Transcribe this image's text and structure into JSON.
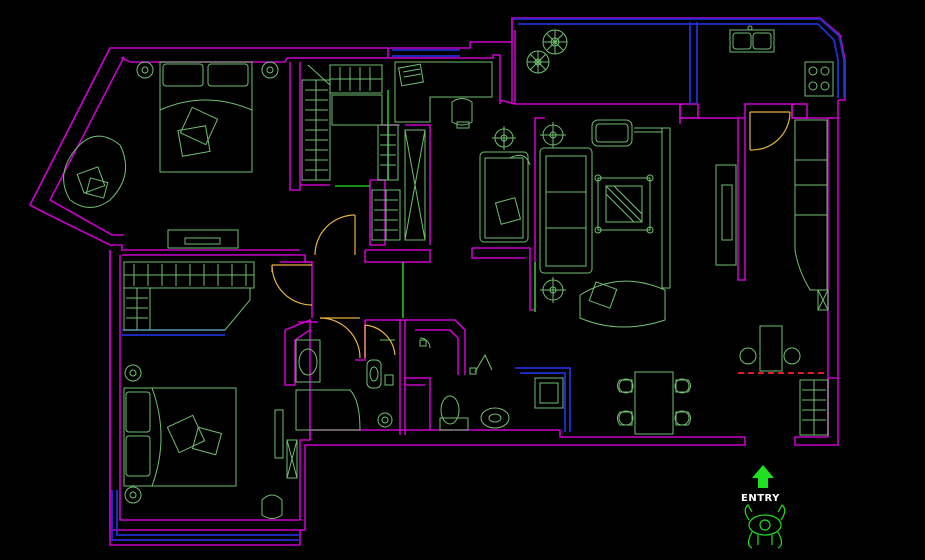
{
  "viewport": {
    "background": "#000000"
  },
  "colors": {
    "wall": "#c800c8",
    "window": "#2030d0",
    "furniture": "#70c070",
    "door": "#e8b040",
    "partition": "#20c020",
    "dimension_line": "#ff2020",
    "entry_arrow": "#20e020",
    "text": "#ffffff"
  },
  "entry": {
    "label": "ENTRY",
    "arrow_icon": "up-arrow-icon",
    "figure_icon": "person-icon"
  },
  "rooms": [
    {
      "id": "master-bedroom",
      "icon": "double-bed-icon"
    },
    {
      "id": "walk-in-closet",
      "icon": "wardrobe-icon"
    },
    {
      "id": "study",
      "icon": "desk-icon"
    },
    {
      "id": "balcony",
      "icon": "plant-icon"
    },
    {
      "id": "kitchen",
      "icon": "stove-icon"
    },
    {
      "id": "living-room",
      "icon": "sofa-icon"
    },
    {
      "id": "second-bedroom",
      "icon": "double-bed-icon"
    },
    {
      "id": "bathroom-1",
      "icon": "toilet-icon"
    },
    {
      "id": "bathroom-2",
      "icon": "toilet-icon"
    },
    {
      "id": "dining",
      "icon": "dining-table-icon"
    }
  ]
}
